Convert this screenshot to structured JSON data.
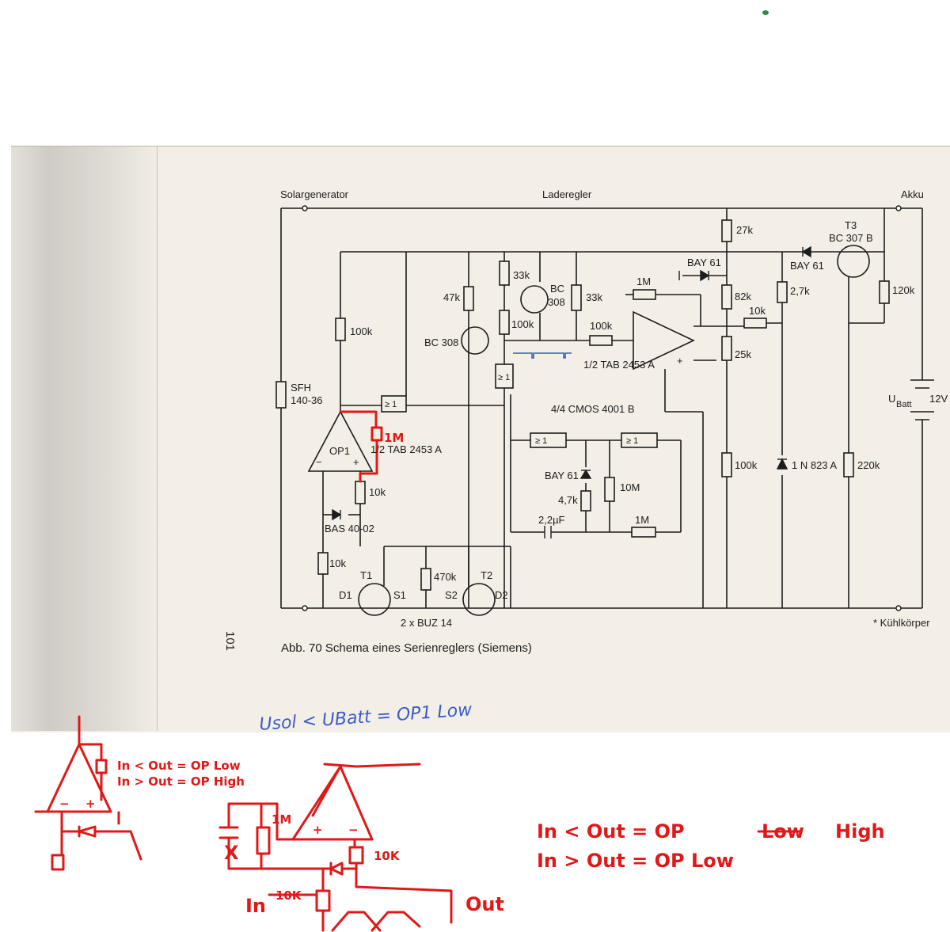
{
  "labels": {
    "solargenerator": "Solargenerator",
    "laderegler": "Laderegler",
    "akku": "Akku",
    "sfh": "SFH",
    "sfh_num": "140-36",
    "r100k_left": "100k",
    "r47k": "47k",
    "bc308_a": "BC 308",
    "r33k_a": "33k",
    "bc_b": "BC",
    "bc_b_num": "308",
    "r100k_mid": "100k",
    "r33k_b": "33k",
    "r1m_top": "1M",
    "r100k_h": "100k",
    "tab_right": "1/2 TAB 2453 A",
    "bay61_a": "BAY 61",
    "r27k": "27k",
    "r82k": "82k",
    "r10k_h": "10k",
    "r25k": "25k",
    "bay61_b": "BAY 61",
    "r2_7k": "2,7k",
    "t3": "T3",
    "t3_type": "BC 307 B",
    "r120k": "120k",
    "ubatt": "U",
    "ubatt_sub": "Batt",
    "v12": "12V",
    "op1": "OP1",
    "tab_left": "1/2 TAB 2453 A",
    "r10k_a": "10k",
    "bas": "BAS 40-02",
    "r10k_b": "10k",
    "cmos": "4/4 CMOS 4001 B",
    "bay61_c": "BAY 61",
    "r4_7k": "4,7k",
    "r10m": "10M",
    "c2_2": "2,2µF",
    "r1m_bot": "1M",
    "r100k_r": "100k",
    "in823": "1 N 823 A",
    "r220k": "220k",
    "r470k": "470k",
    "t1": "T1",
    "t2": "T2",
    "d1": "D1",
    "s1": "S1",
    "s2": "S2",
    "d2": "D2",
    "buz": "2 x BUZ 14",
    "kuehl": "* Kühlkörper",
    "gate_sym": "≥ 1",
    "page_num": "101",
    "minus": "−",
    "plus": "+"
  },
  "caption": "Abb. 70 Schema eines Serienreglers (Siemens)",
  "annotations": {
    "blue_note": "Usol < UBatt = OP1 Low",
    "red_1m_a": "1M",
    "red_rule1": "In < Out = OP Low",
    "red_rule2": "In > Out = OP High",
    "red_1m_b": "1M",
    "red_10k_a": "10K",
    "red_10k_b": "10K",
    "red_in": "In",
    "red_out": "Out",
    "red_x": "X",
    "red_big1_a": "In < Out = OP",
    "red_big1_strike": "Low",
    "red_big1_b": "High",
    "red_big2": "In > Out = OP Low",
    "red_minus": "−",
    "red_plus": "+"
  },
  "colors": {
    "paper": "#f3efe6",
    "ink": "#1c1c1c",
    "red_ink": "#e01818",
    "blue_ink": "#3a5cc8"
  }
}
